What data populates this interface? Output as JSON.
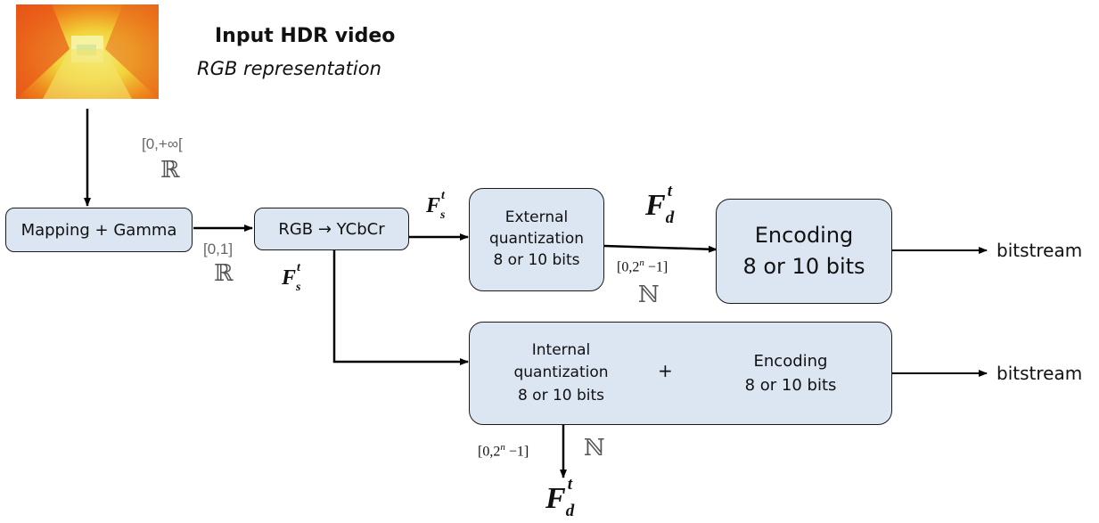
{
  "input": {
    "title": "Input HDR video",
    "subtitle": "RGB representation"
  },
  "ranges": {
    "input_range": "[0,+∞[",
    "input_set": "ℝ",
    "mapped_range": "[0,1]",
    "mapped_set": "ℝ",
    "ext_quant_range_prefix": "[0,2",
    "ext_quant_range_exp": "n",
    "ext_quant_range_suffix": " −1]",
    "ext_quant_set": "ℕ",
    "int_quant_range_prefix": "[0,2",
    "int_quant_range_exp": "n",
    "int_quant_range_suffix": " −1]",
    "int_quant_set": "ℕ"
  },
  "blocks": {
    "mapping": "Mapping + Gamma",
    "rgb_to_ycbcr": "RGB → YCbCr",
    "external_quant_line1": "External",
    "external_quant_line2": "quantization",
    "external_quant_line3": "8 or 10 bits",
    "encoding_line1": "Encoding",
    "encoding_line2": "8 or 10 bits",
    "internal_quant_line1": "Internal",
    "internal_quant_line2": "quantization",
    "internal_quant_line3": "8 or 10 bits",
    "plus": "+",
    "internal_encoding_line1": "Encoding",
    "internal_encoding_line2": "8 or 10 bits"
  },
  "variables": {
    "fs_base": "F",
    "fs_sub": "s",
    "fs_sup": "t",
    "fd_base": "F",
    "fd_sub": "d",
    "fd_sup": "t"
  },
  "outputs": {
    "top": "bitstream",
    "bottom": "bitstream"
  },
  "colors": {
    "box_fill": "#dce6f2",
    "line": "#000000"
  }
}
